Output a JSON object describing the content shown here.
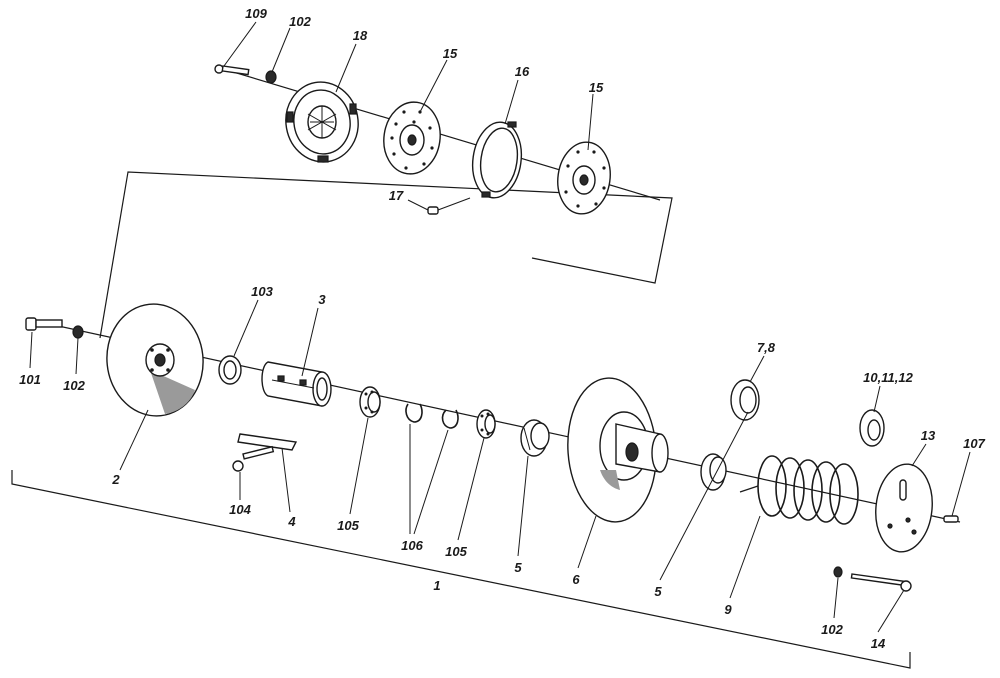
{
  "diagram": {
    "type": "exploded-parts-drawing",
    "callouts": [
      {
        "id": "c109",
        "text": "109"
      },
      {
        "id": "c102a",
        "text": "102"
      },
      {
        "id": "c18",
        "text": "18"
      },
      {
        "id": "c15a",
        "text": "15"
      },
      {
        "id": "c16",
        "text": "16"
      },
      {
        "id": "c15b",
        "text": "15"
      },
      {
        "id": "c17",
        "text": "17"
      },
      {
        "id": "c101",
        "text": "101"
      },
      {
        "id": "c102b",
        "text": "102"
      },
      {
        "id": "c2",
        "text": "2"
      },
      {
        "id": "c103",
        "text": "103"
      },
      {
        "id": "c3",
        "text": "3"
      },
      {
        "id": "c104",
        "text": "104"
      },
      {
        "id": "c4",
        "text": "4"
      },
      {
        "id": "c105a",
        "text": "105"
      },
      {
        "id": "c106",
        "text": "106"
      },
      {
        "id": "c105b",
        "text": "105"
      },
      {
        "id": "c5a",
        "text": "5"
      },
      {
        "id": "c6",
        "text": "6"
      },
      {
        "id": "c78",
        "text": "7,8"
      },
      {
        "id": "c5b",
        "text": "5"
      },
      {
        "id": "c9",
        "text": "9"
      },
      {
        "id": "c101112",
        "text": "10,11,12"
      },
      {
        "id": "c13",
        "text": "13"
      },
      {
        "id": "c107",
        "text": "107"
      },
      {
        "id": "c102c",
        "text": "102"
      },
      {
        "id": "c14",
        "text": "14"
      },
      {
        "id": "c1",
        "text": "1"
      }
    ]
  }
}
